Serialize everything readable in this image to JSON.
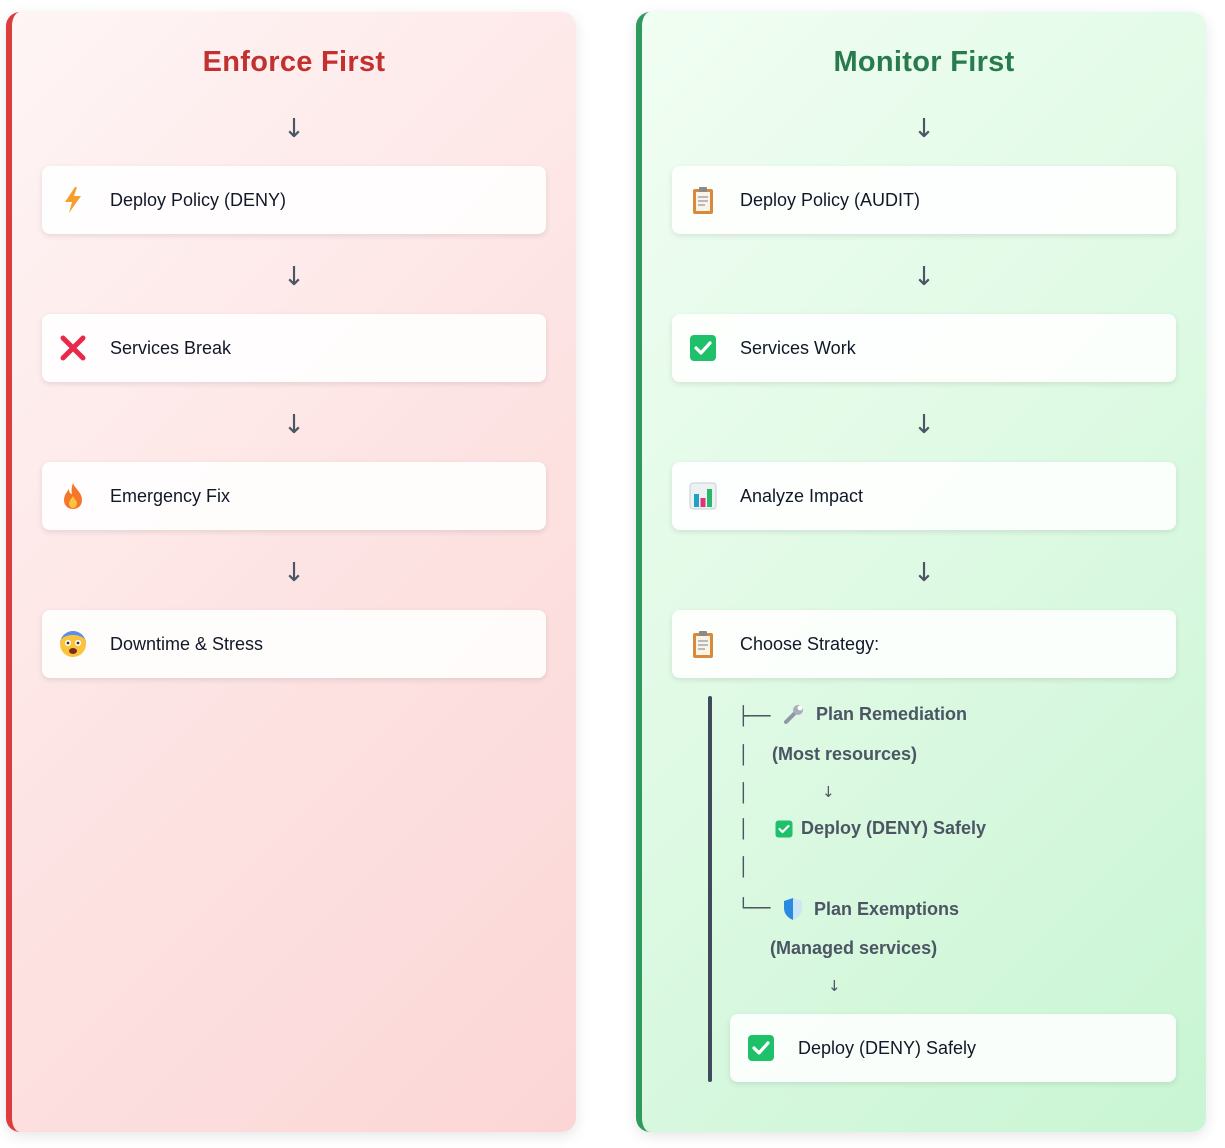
{
  "left": {
    "title": "Enforce First",
    "arrow": "↓",
    "steps": [
      {
        "label": "Deploy Policy (DENY)",
        "icon": "lightning-icon"
      },
      {
        "label": "Services Break",
        "icon": "cross-mark-icon"
      },
      {
        "label": "Emergency Fix",
        "icon": "fire-icon"
      },
      {
        "label": "Downtime & Stress",
        "icon": "scared-face-icon"
      }
    ]
  },
  "right": {
    "title": "Monitor First",
    "arrow": "↓",
    "steps": [
      {
        "label": "Deploy Policy (AUDIT)",
        "icon": "clipboard-icon"
      },
      {
        "label": "Services Work",
        "icon": "check-mark-icon"
      },
      {
        "label": "Analyze Impact",
        "icon": "bar-chart-icon"
      },
      {
        "label": "Choose Strategy:",
        "icon": "clipboard-icon"
      }
    ],
    "tree": {
      "connector_top": "├──",
      "connector_bottom": "└──",
      "pipe": "│",
      "small_arrow": "↓",
      "remediation_label": "Plan Remediation",
      "remediation_note": "(Most resources)",
      "remediation_result": "Deploy (DENY) Safely",
      "exemptions_label": "Plan Exemptions",
      "exemptions_note": "(Managed services)",
      "final_step": "Deploy (DENY) Safely"
    }
  },
  "colors": {
    "enforce_accent": "#dc3c3c",
    "monitor_accent": "#2f9a5e"
  }
}
